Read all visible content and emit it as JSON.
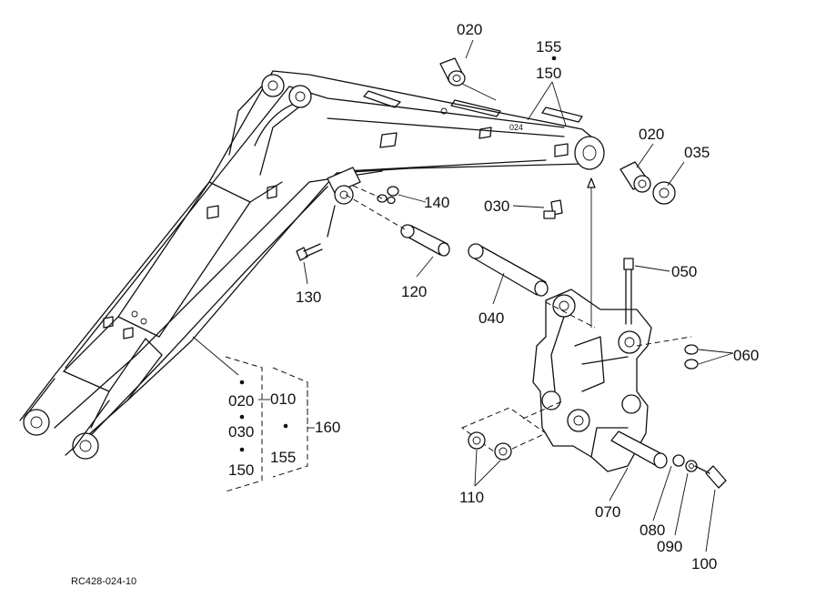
{
  "diagram": {
    "reference_code": "RC428-024-10",
    "callouts": {
      "c020_top": "020",
      "c155_top": "155",
      "c150_top": "150",
      "c020_right": "020",
      "c035": "035",
      "c030": "030",
      "c140": "140",
      "c130": "130",
      "c120": "120",
      "c040": "040",
      "c050": "050",
      "c060": "060",
      "c110": "110",
      "c070": "070",
      "c080": "080",
      "c090": "090",
      "c100": "100"
    },
    "group": {
      "g020": "020",
      "g010": "010",
      "g030": "030",
      "g160": "160",
      "g150": "150",
      "g155": "155"
    }
  }
}
